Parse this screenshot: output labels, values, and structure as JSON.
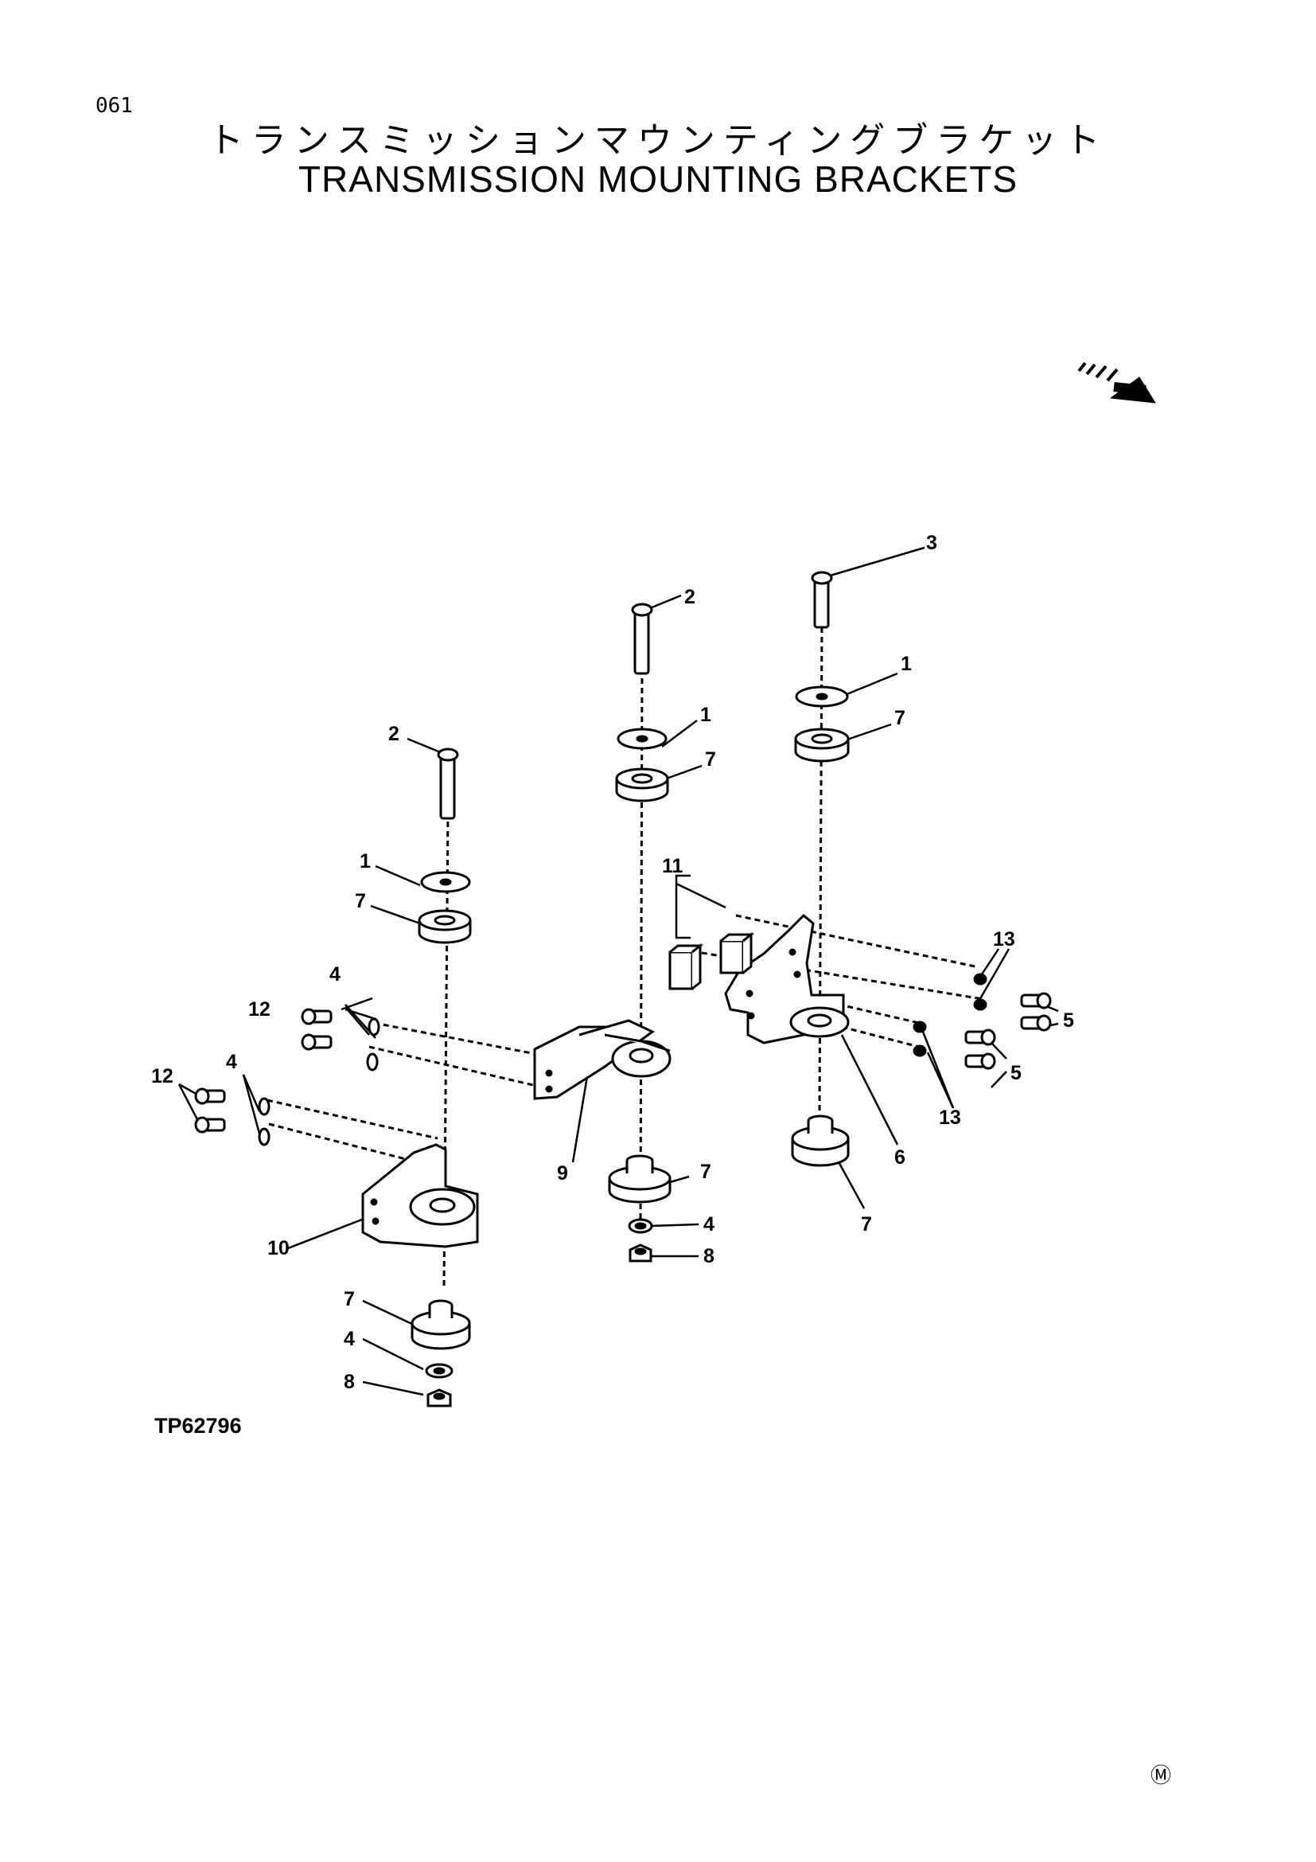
{
  "header": {
    "page_number": "061",
    "title_jp": "トランスミッションマウンティングブラケット",
    "title_en": "TRANSMISSION MOUNTING BRACKETS"
  },
  "figure": {
    "code": "TP62796",
    "mark": "Ⓜ",
    "callouts": {
      "c3": "3",
      "c2_mid": "2",
      "c1_right": "1",
      "c7_right_top": "7",
      "c1_mid": "1",
      "c7_mid_top": "7",
      "c2_left": "2",
      "c1_left": "1",
      "c7_left_top": "7",
      "c11": "11",
      "c13_top": "13",
      "c4_a": "4",
      "c12_a": "12",
      "c5_a": "5",
      "c5_b": "5",
      "c12_b": "12",
      "c4_b": "4",
      "c13_bottom": "13",
      "c9": "9",
      "c6": "6",
      "c7_mid_bottom": "7",
      "c4_mid": "4",
      "c8_mid": "8",
      "c7_right_bottom": "7",
      "c10": "10",
      "c7_left_bottom": "7",
      "c4_left": "4",
      "c8_left": "8"
    }
  }
}
